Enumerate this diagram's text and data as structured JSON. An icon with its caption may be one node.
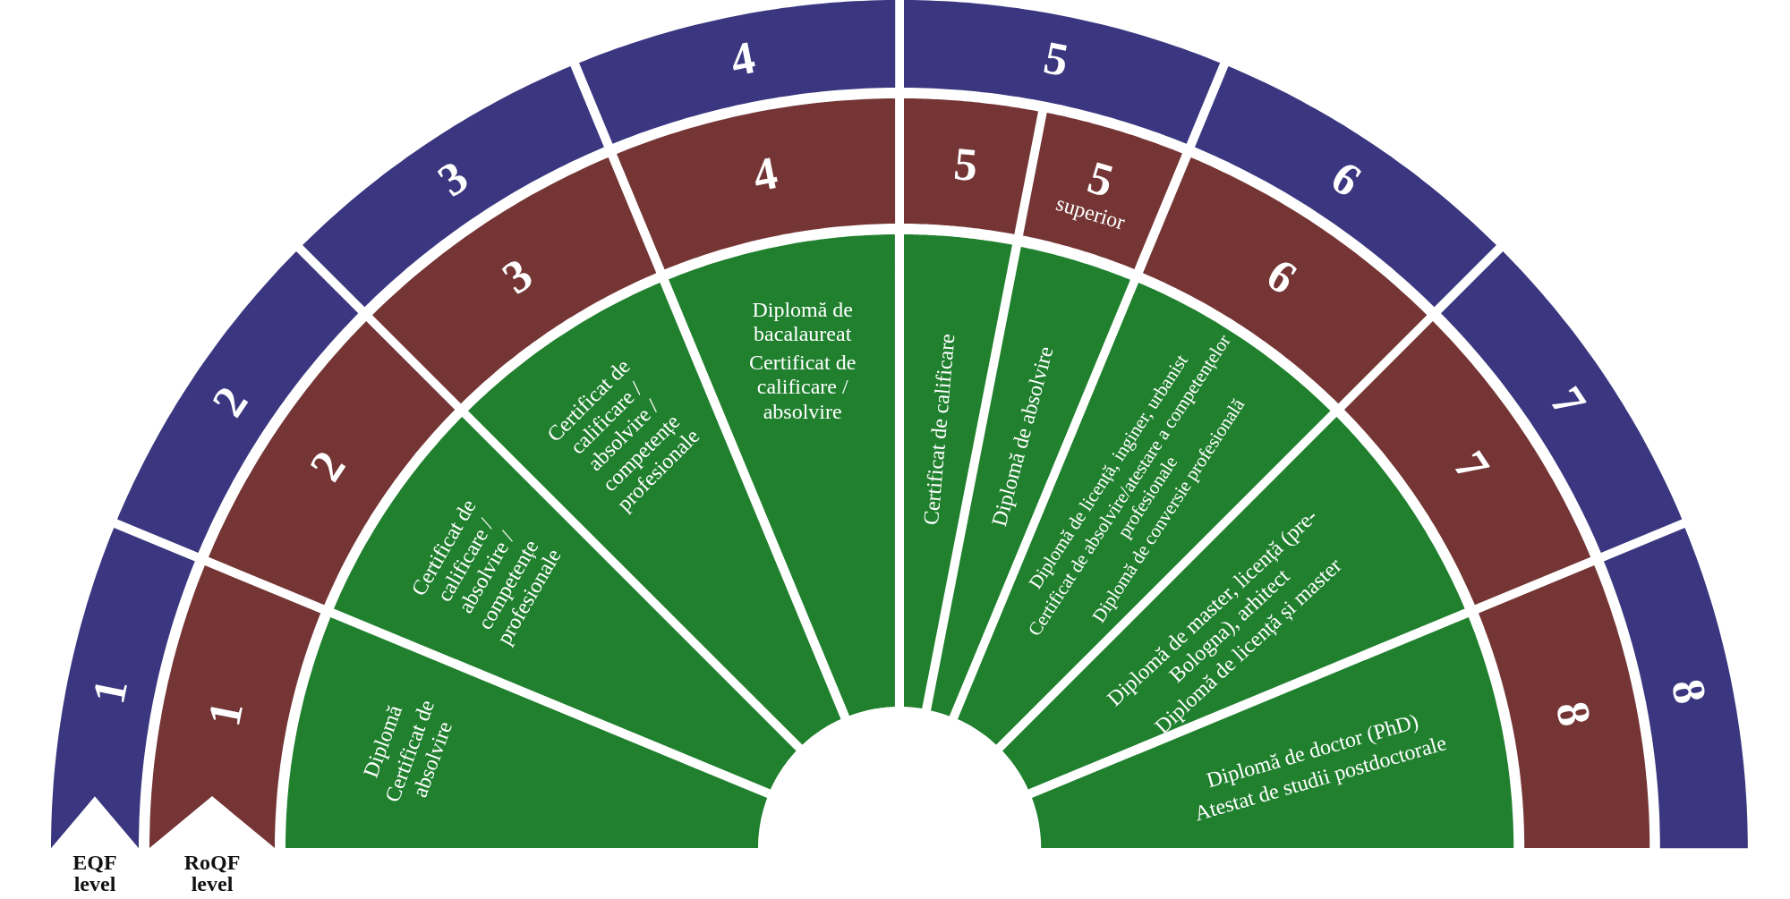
{
  "diagram": {
    "nodes": [
      {
        "text": [
          "1"
        ]
      },
      {
        "text": [
          "2"
        ]
      },
      {
        "text": [
          "3"
        ]
      },
      {
        "text": [
          "4"
        ]
      },
      {
        "text": [
          "5"
        ]
      },
      {
        "text": [
          "6"
        ]
      },
      {
        "text": [
          "7"
        ]
      },
      {
        "text": [
          "8"
        ]
      },
      {
        "text": [
          "1"
        ]
      },
      {
        "text": [
          "2"
        ]
      },
      {
        "text": [
          "3"
        ]
      },
      {
        "text": [
          "4"
        ]
      },
      {
        "text": [
          "5"
        ]
      },
      {
        "text": [
          "5",
          "superior"
        ]
      },
      {
        "text": [
          "6"
        ]
      },
      {
        "text": [
          "7"
        ]
      },
      {
        "text": [
          "8"
        ]
      },
      {
        "text": [
          "Diplomă",
          "Certificat de absolvire"
        ]
      },
      {
        "text": [
          "Certificat de calificare / absolvire / competențe profesionale"
        ]
      },
      {
        "text": [
          "Certificat de calificare / absolvire / competențe profesionale"
        ]
      },
      {
        "text": [
          "Diplomă de bacalaureat",
          "Certificat de calificare / absolvire"
        ]
      },
      {
        "text": [
          "Certificat de calificare"
        ]
      },
      {
        "text": [
          "Diplomă de absolvire"
        ]
      },
      {
        "text": [
          "Diplomă de licență, inginer, urbanist",
          "Certificat de absolvire/atestare a competențelor profesionale",
          "Diplomă de conversie profesională"
        ]
      },
      {
        "text": [
          "Diplomă de master, licență (pre-Bologna), arhitect",
          "Diplomă de licență și master"
        ]
      },
      {
        "text": [
          "Diplomă de doctor (PhD)",
          "Atestat de studii postdoctorale"
        ]
      }
    ],
    "labels": [
      "EQF level",
      "RoQF level"
    ]
  }
}
